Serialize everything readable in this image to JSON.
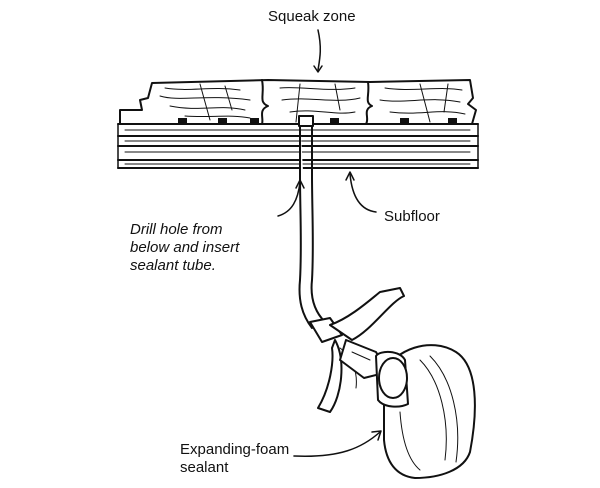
{
  "labels": {
    "squeak_zone": "Squeak zone",
    "subfloor": "Subfloor",
    "drill_line1": "Drill hole from",
    "drill_line2": "below and insert",
    "drill_line3": "sealant tube.",
    "foam_line1": "Expanding-foam",
    "foam_line2": "sealant"
  },
  "colors": {
    "ink": "#111111",
    "paper": "#ffffff"
  }
}
